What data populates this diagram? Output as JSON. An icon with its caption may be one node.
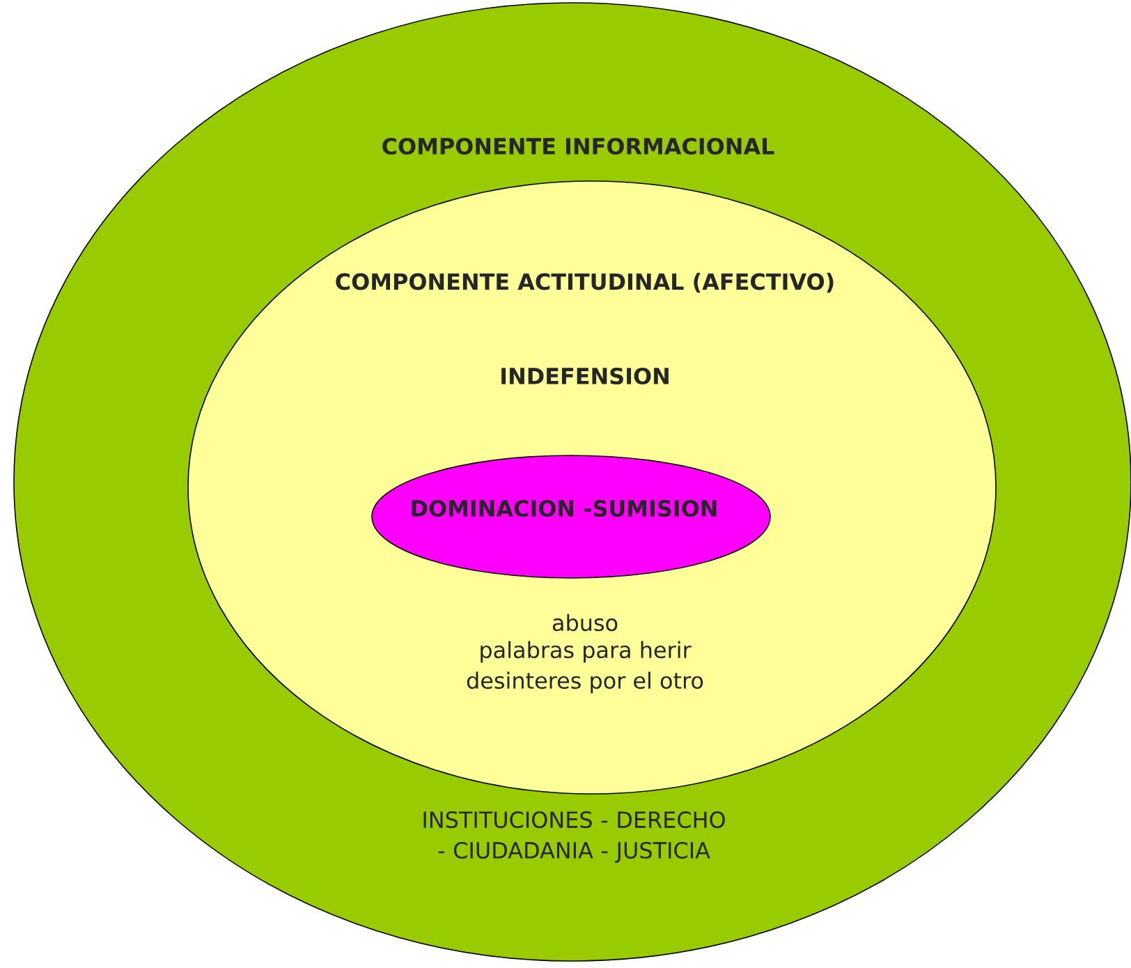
{
  "diagram": {
    "nodes": [
      {
        "text": [
          "COMPONENTE INFORMACIONAL",
          "INSTITUCIONES - DERECHO - CIUDADANIA - JUSTICIA"
        ]
      },
      {
        "text": [
          "COMPONENTE ACTITUDINAL (AFECTIVO)",
          "INDEFENSION",
          "abuso",
          "palabras para herir",
          "desinteres por el otro"
        ],
        "in": 0
      },
      {
        "text": [
          "DOMINACION -SUMISION"
        ],
        "in": 1
      }
    ]
  }
}
